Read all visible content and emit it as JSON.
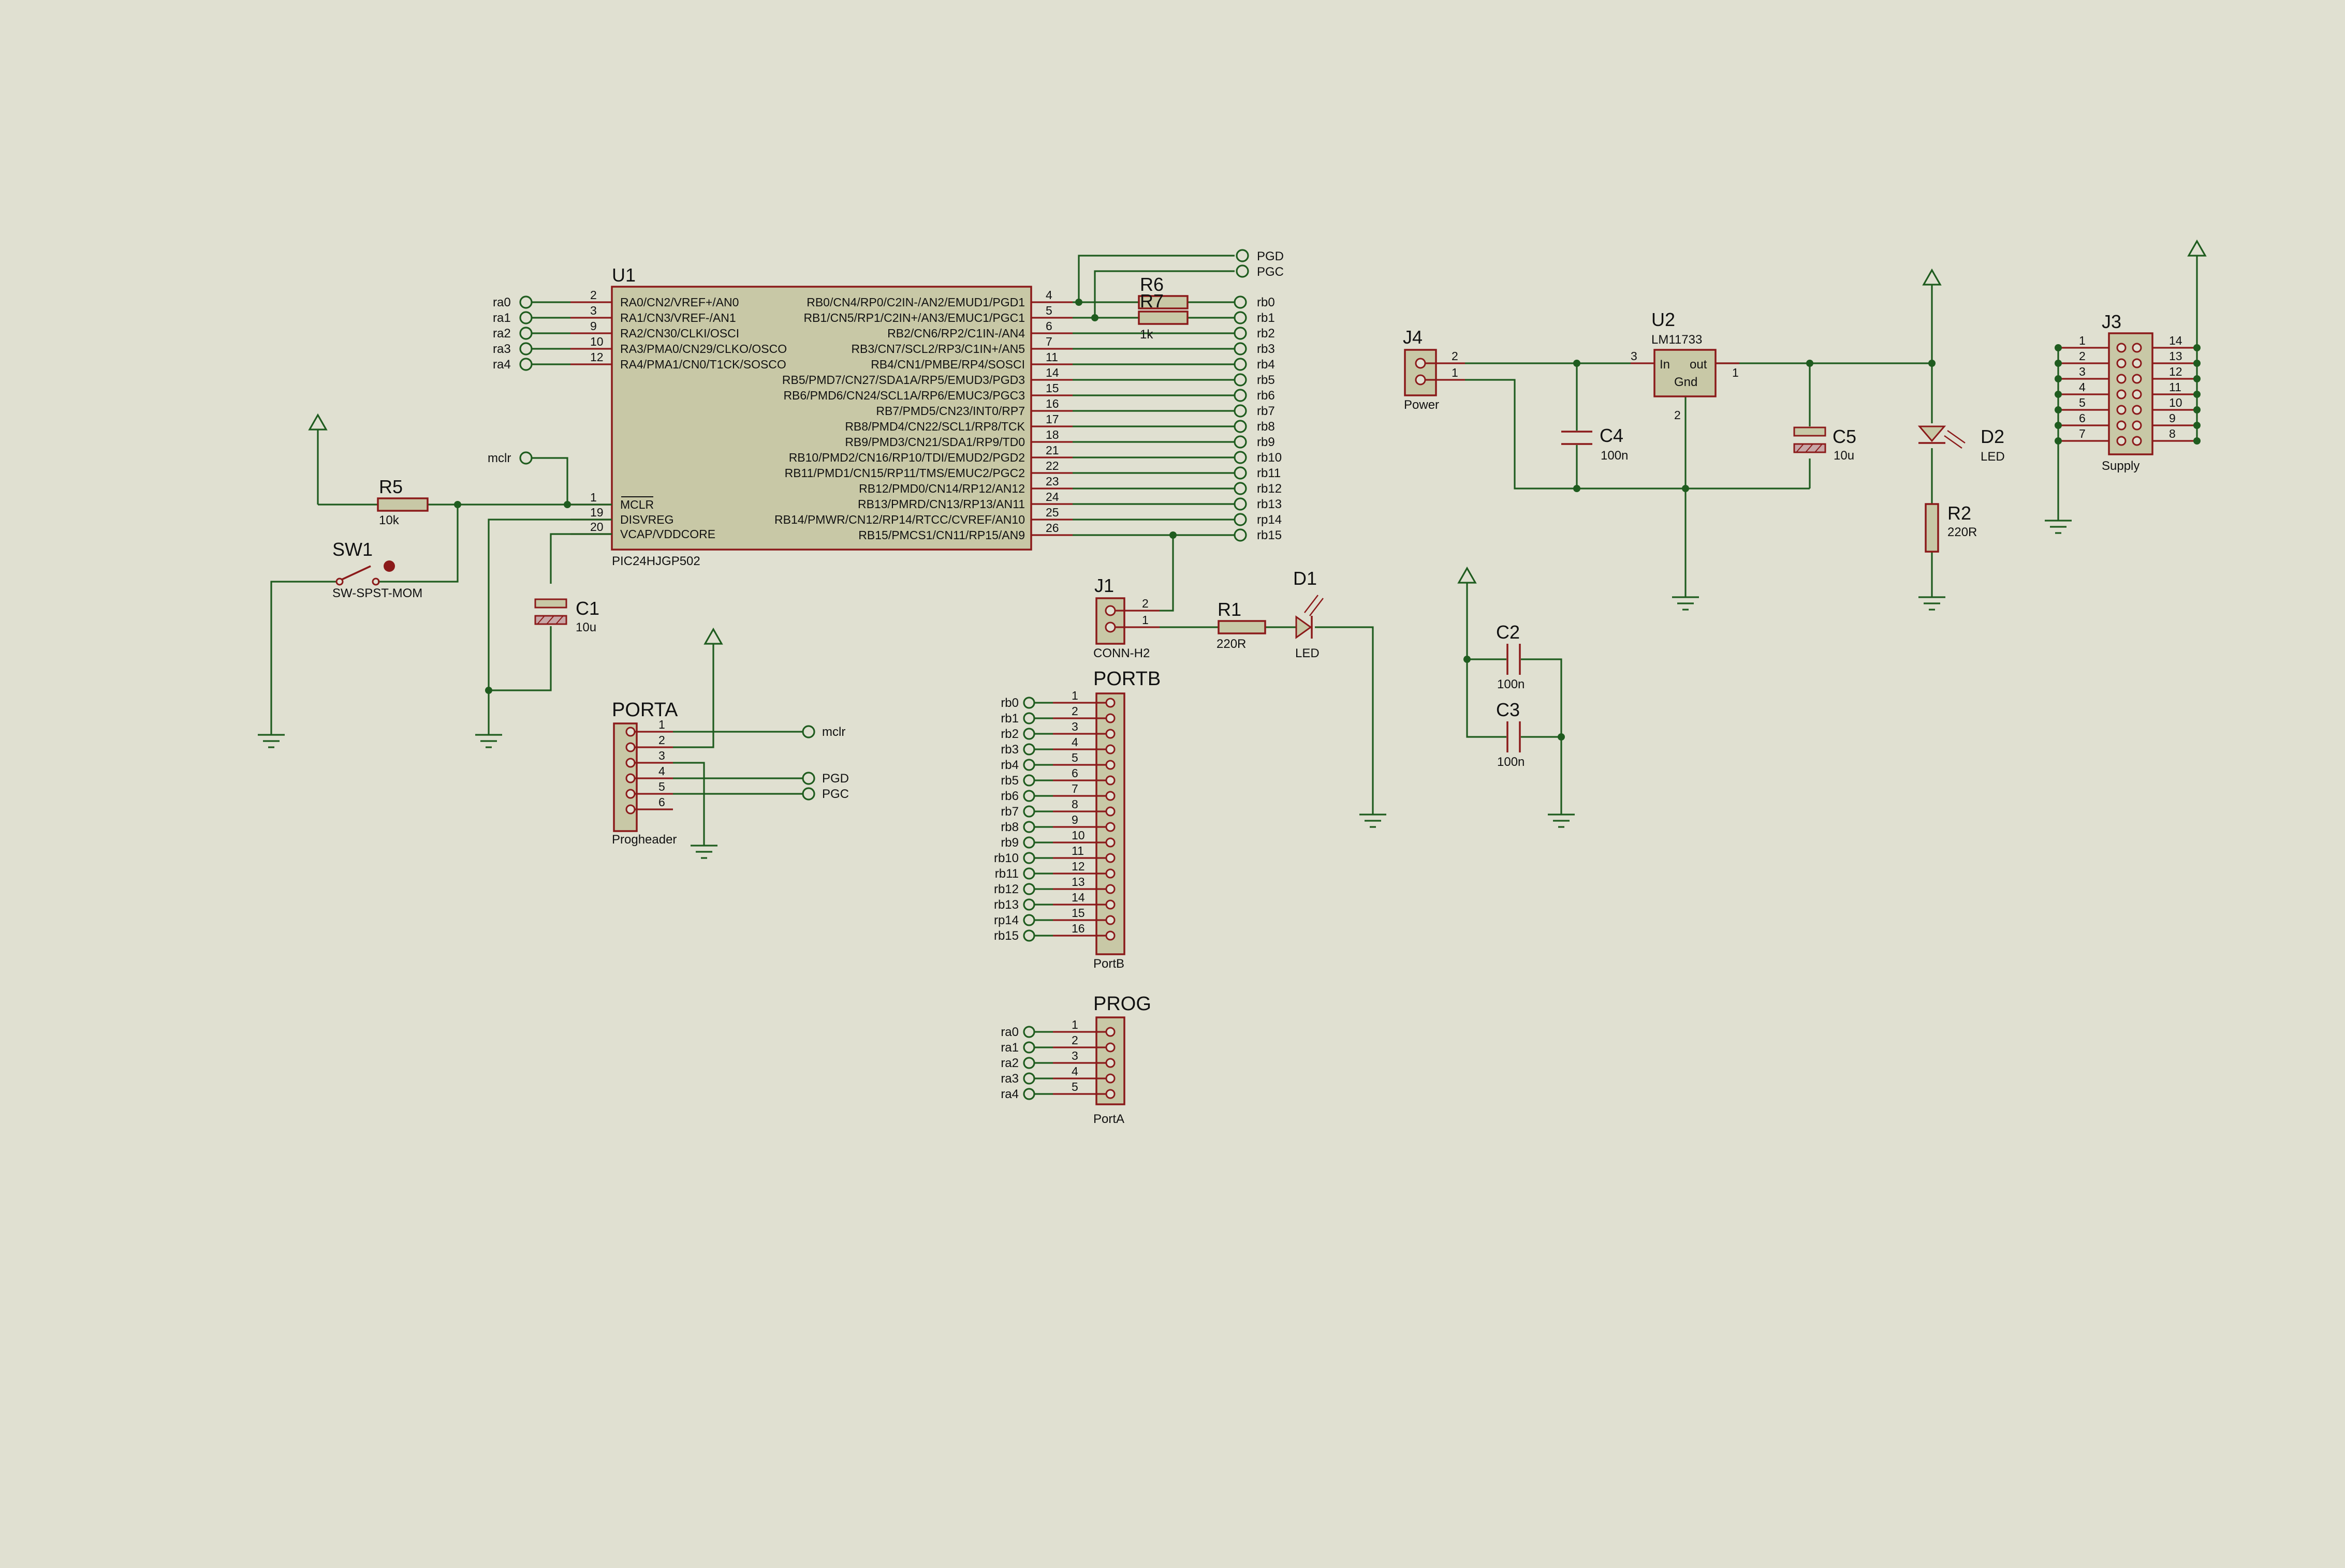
{
  "mcu": {
    "ref": "U1",
    "part": "PIC24HJGP502",
    "left_pins": [
      {
        "num": "2",
        "name": "RA0/CN2/VREF+/AN0",
        "net": "ra0"
      },
      {
        "num": "3",
        "name": "RA1/CN3/VREF-/AN1",
        "net": "ra1"
      },
      {
        "num": "9",
        "name": "RA2/CN30/CLKI/OSCI",
        "net": "ra2"
      },
      {
        "num": "10",
        "name": "RA3/PMA0/CN29/CLKO/OSCO",
        "net": "ra3"
      },
      {
        "num": "12",
        "name": "RA4/PMA1/CN0/T1CK/SOSCO",
        "net": "ra4"
      },
      {
        "num": "1",
        "name": "MCLR",
        "net": ""
      },
      {
        "num": "19",
        "name": "DISVREG",
        "net": ""
      },
      {
        "num": "20",
        "name": "VCAP/VDDCORE",
        "net": ""
      }
    ],
    "right_pins": [
      {
        "num": "4",
        "name": "RB0/CN4/RP0/C2IN-/AN2/EMUD1/PGD1",
        "net": "rb0"
      },
      {
        "num": "5",
        "name": "RB1/CN5/RP1/C2IN+/AN3/EMUC1/PGC1",
        "net": "rb1"
      },
      {
        "num": "6",
        "name": "RB2/CN6/RP2/C1IN-/AN4",
        "net": "rb2"
      },
      {
        "num": "7",
        "name": "RB3/CN7/SCL2/RP3/C1IN+/AN5",
        "net": "rb3"
      },
      {
        "num": "11",
        "name": "RB4/CN1/PMBE/RP4/SOSCI",
        "net": "rb4"
      },
      {
        "num": "14",
        "name": "RB5/PMD7/CN27/SDA1A/RP5/EMUD3/PGD3",
        "net": "rb5"
      },
      {
        "num": "15",
        "name": "RB6/PMD6/CN24/SCL1A/RP6/EMUC3/PGC3",
        "net": "rb6"
      },
      {
        "num": "16",
        "name": "RB7/PMD5/CN23/INT0/RP7",
        "net": "rb7"
      },
      {
        "num": "17",
        "name": "RB8/PMD4/CN22/SCL1/RP8/TCK",
        "net": "rb8"
      },
      {
        "num": "18",
        "name": "RB9/PMD3/CN21/SDA1/RP9/TD0",
        "net": "rb9"
      },
      {
        "num": "21",
        "name": "RB10/PMD2/CN16/RP10/TDI/EMUD2/PGD2",
        "net": "rb10"
      },
      {
        "num": "22",
        "name": "RB11/PMD1/CN15/RP11/TMS/EMUC2/PGC2",
        "net": "rb11"
      },
      {
        "num": "23",
        "name": "RB12/PMD0/CN14/RP12/AN12",
        "net": "rb12"
      },
      {
        "num": "24",
        "name": "RB13/PMRD/CN13/RP13/AN11",
        "net": "rb13"
      },
      {
        "num": "25",
        "name": "RB14/PMWR/CN12/RP14/RTCC/CVREF/AN10",
        "net": "rp14"
      },
      {
        "num": "26",
        "name": "RB15/PMCS1/CN11/RP15/AN9",
        "net": "rb15"
      }
    ]
  },
  "net_labels": {
    "pgd": "PGD",
    "pgc": "PGC",
    "mclr": "mclr"
  },
  "r6": {
    "ref": "R6"
  },
  "r7": {
    "ref": "R7",
    "value": "1k"
  },
  "r5": {
    "ref": "R5",
    "value": "10k"
  },
  "sw1": {
    "ref": "SW1",
    "value": "SW-SPST-MOM"
  },
  "c1": {
    "ref": "C1",
    "value": "10u"
  },
  "porta": {
    "title": "PORTA",
    "value": "Progheader",
    "pins": [
      "1",
      "2",
      "3",
      "4",
      "5",
      "6"
    ],
    "nets": {
      "p1": "mclr",
      "p4": "PGD",
      "p5": "PGC"
    }
  },
  "j1": {
    "ref": "J1",
    "value": "CONN-H2",
    "pins": [
      "2",
      "1"
    ]
  },
  "r1": {
    "ref": "R1",
    "value": "220R"
  },
  "d1": {
    "ref": "D1",
    "value": "LED"
  },
  "portb": {
    "title": "PORTB",
    "value": "PortB",
    "pins": [
      "1",
      "2",
      "3",
      "4",
      "5",
      "6",
      "7",
      "8",
      "9",
      "10",
      "11",
      "12",
      "13",
      "14",
      "15",
      "16"
    ],
    "nets": [
      "rb0",
      "rb1",
      "rb2",
      "rb3",
      "rb4",
      "rb5",
      "rb6",
      "rb7",
      "rb8",
      "rb9",
      "rb10",
      "rb11",
      "rb12",
      "rb13",
      "rp14",
      "rb15"
    ]
  },
  "prog": {
    "title": "PROG",
    "value": "PortA",
    "pins": [
      "1",
      "2",
      "3",
      "4",
      "5"
    ],
    "nets": [
      "ra0",
      "ra1",
      "ra2",
      "ra3",
      "ra4"
    ]
  },
  "j4": {
    "ref": "J4",
    "value": "Power",
    "pins": [
      "2",
      "1"
    ]
  },
  "c4": {
    "ref": "C4",
    "value": "100n"
  },
  "u2": {
    "ref": "U2",
    "part": "LM11733",
    "in": "In",
    "out": "out",
    "gnd": "Gnd",
    "pin_in": "3",
    "pin_out": "1",
    "pin_gnd": "2"
  },
  "c5": {
    "ref": "C5",
    "value": "10u"
  },
  "d2": {
    "ref": "D2",
    "value": "LED"
  },
  "r2": {
    "ref": "R2",
    "value": "220R"
  },
  "c2": {
    "ref": "C2",
    "value": "100n"
  },
  "c3": {
    "ref": "C3",
    "value": "100n"
  },
  "j3": {
    "ref": "J3",
    "value": "Supply",
    "left_pins": [
      "1",
      "2",
      "3",
      "4",
      "5",
      "6",
      "7"
    ],
    "right_pins": [
      "14",
      "13",
      "12",
      "11",
      "10",
      "9",
      "8"
    ]
  }
}
